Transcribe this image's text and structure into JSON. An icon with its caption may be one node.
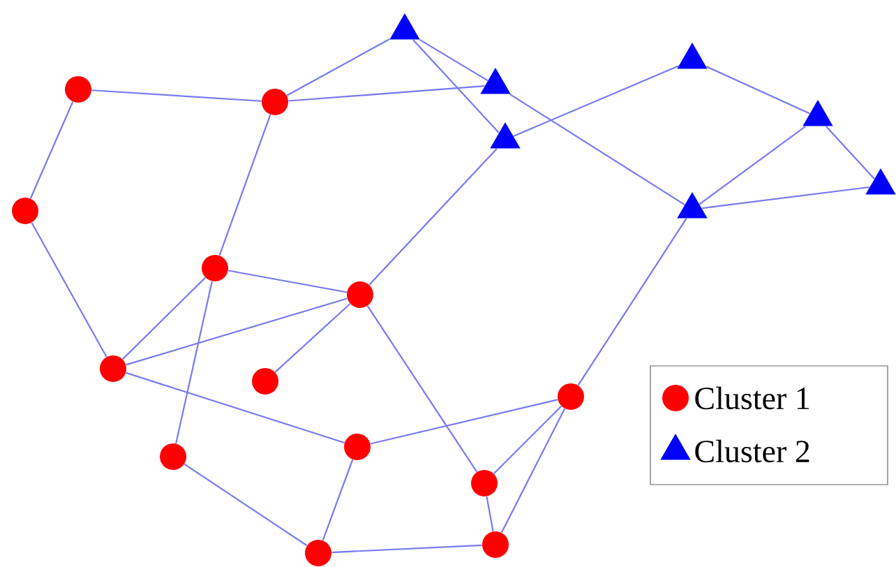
{
  "diagram": {
    "nodes": [
      {
        "text": [],
        "shape": "circle"
      },
      {
        "text": [],
        "shape": "circle"
      },
      {
        "text": [],
        "shape": "circle"
      },
      {
        "text": [],
        "shape": "circle"
      },
      {
        "text": [],
        "shape": "circle"
      },
      {
        "text": [],
        "shape": "circle"
      },
      {
        "text": [],
        "shape": "circle"
      },
      {
        "text": [],
        "shape": "circle"
      },
      {
        "text": [],
        "shape": "circle"
      },
      {
        "text": [],
        "shape": "circle"
      },
      {
        "text": [],
        "shape": "circle"
      },
      {
        "text": [],
        "shape": "circle"
      },
      {
        "text": [],
        "shape": "circle"
      },
      {
        "text": [],
        "shape": "triangle"
      },
      {
        "text": [],
        "shape": "triangle"
      },
      {
        "text": [],
        "shape": "triangle"
      },
      {
        "text": [],
        "shape": "triangle"
      },
      {
        "text": [],
        "shape": "triangle"
      },
      {
        "text": [],
        "shape": "triangle"
      },
      {
        "text": [],
        "shape": "triangle"
      }
    ],
    "edges": [
      {
        "from": 0,
        "to": 1,
        "arrow": "none"
      },
      {
        "from": 0,
        "to": 2,
        "arrow": "none"
      },
      {
        "from": 2,
        "to": 5,
        "arrow": "none"
      },
      {
        "from": 1,
        "to": 13,
        "arrow": "none"
      },
      {
        "from": 1,
        "to": 14,
        "arrow": "none"
      },
      {
        "from": 1,
        "to": 3,
        "arrow": "none"
      },
      {
        "from": 13,
        "to": 14,
        "arrow": "none"
      },
      {
        "from": 13,
        "to": 15,
        "arrow": "none"
      },
      {
        "from": 14,
        "to": 18,
        "arrow": "none"
      },
      {
        "from": 15,
        "to": 16,
        "arrow": "none"
      },
      {
        "from": 15,
        "to": 4,
        "arrow": "none"
      },
      {
        "from": 16,
        "to": 17,
        "arrow": "none"
      },
      {
        "from": 17,
        "to": 18,
        "arrow": "none"
      },
      {
        "from": 17,
        "to": 19,
        "arrow": "none"
      },
      {
        "from": 18,
        "to": 19,
        "arrow": "none"
      },
      {
        "from": 18,
        "to": 7,
        "arrow": "none"
      },
      {
        "from": 3,
        "to": 4,
        "arrow": "none"
      },
      {
        "from": 3,
        "to": 5,
        "arrow": "none"
      },
      {
        "from": 3,
        "to": 8,
        "arrow": "none"
      },
      {
        "from": 5,
        "to": 4,
        "arrow": "none"
      },
      {
        "from": 5,
        "to": 9,
        "arrow": "none"
      },
      {
        "from": 4,
        "to": 6,
        "arrow": "none"
      },
      {
        "from": 4,
        "to": 10,
        "arrow": "none"
      },
      {
        "from": 9,
        "to": 7,
        "arrow": "none"
      },
      {
        "from": 9,
        "to": 11,
        "arrow": "none"
      },
      {
        "from": 8,
        "to": 11,
        "arrow": "none"
      },
      {
        "from": 11,
        "to": 12,
        "arrow": "none"
      },
      {
        "from": 10,
        "to": 7,
        "arrow": "none"
      },
      {
        "from": 10,
        "to": 12,
        "arrow": "none"
      },
      {
        "from": 12,
        "to": 7,
        "arrow": "none"
      }
    ],
    "legend": [
      {
        "text": "Cluster 1"
      },
      {
        "text": "Cluster 2"
      }
    ]
  }
}
